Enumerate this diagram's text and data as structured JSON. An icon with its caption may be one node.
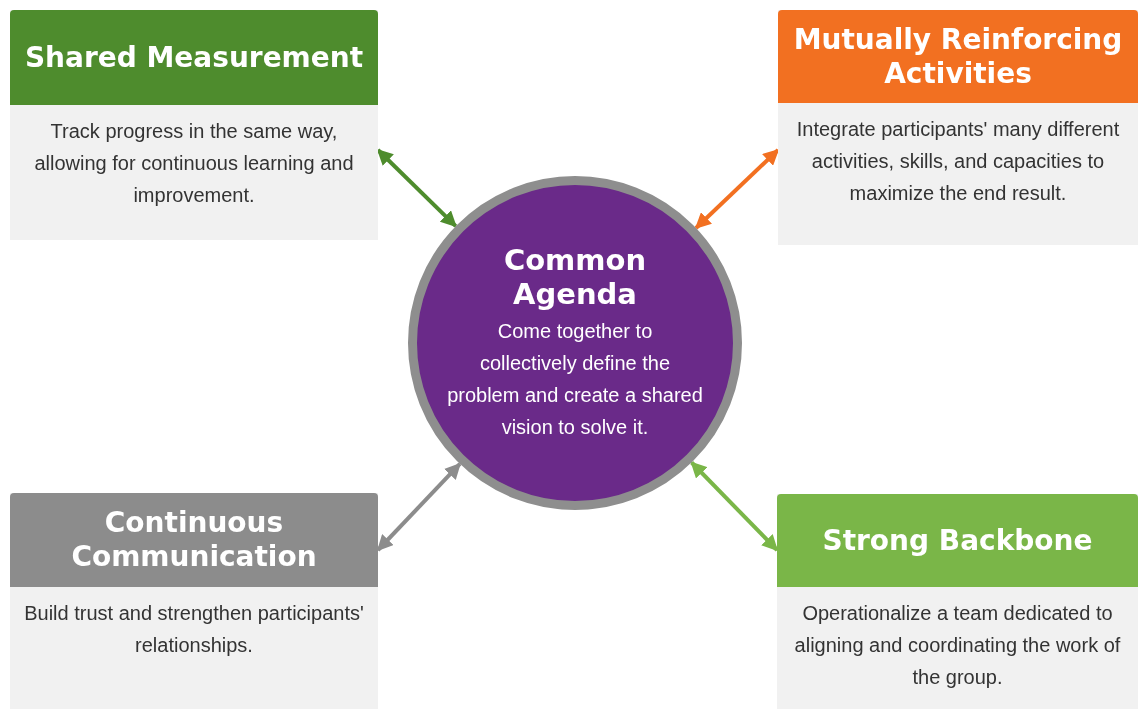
{
  "diagram": {
    "nodes": [
      {
        "text": [
          "Shared Measurement",
          "Track progress in the same way, allowing for continuous learning and improvement."
        ]
      },
      {
        "text": [
          "Mutually Reinforcing Activities",
          "Integrate participants' many different activities, skills, and capacities to maximize the end result."
        ]
      },
      {
        "text": [
          "Common Agenda",
          "Come together to collectively define the problem and create a shared vision to solve it."
        ]
      },
      {
        "text": [
          "Continuous Communication",
          "Build trust and strengthen participants' relationships."
        ]
      },
      {
        "text": [
          "Strong Backbone",
          "Operationalize a team dedicated to aligning and coordinating the work of the group."
        ]
      }
    ],
    "edges": [
      {
        "from": 2,
        "to": 0,
        "arrow": "both",
        "color": "#4e8c2d"
      },
      {
        "from": 2,
        "to": 1,
        "arrow": "both",
        "color": "#f27021"
      },
      {
        "from": 2,
        "to": 3,
        "arrow": "both",
        "color": "#8c8c8c"
      },
      {
        "from": 2,
        "to": 4,
        "arrow": "both",
        "color": "#7ab648"
      }
    ]
  }
}
